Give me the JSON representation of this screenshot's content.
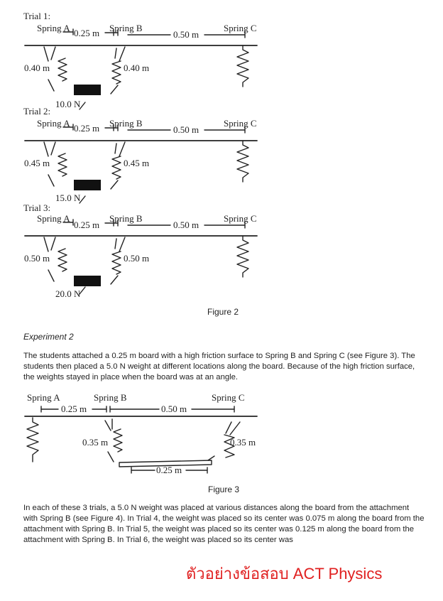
{
  "figure2": {
    "trials": [
      {
        "title": "Trial 1:",
        "spring_a": "Spring A",
        "spring_b": "Spring B",
        "spring_c": "Spring C",
        "ab_dist": "0.25 m",
        "bc_dist": "0.50 m",
        "left_len": "0.40 m",
        "right_len": "0.40 m",
        "weight": "10.0 N"
      },
      {
        "title": "Trial 2:",
        "spring_a": "Spring A",
        "spring_b": "Spring B",
        "spring_c": "Spring C",
        "ab_dist": "0.25 m",
        "bc_dist": "0.50 m",
        "left_len": "0.45 m",
        "right_len": "0.45 m",
        "weight": "15.0 N"
      },
      {
        "title": "Trial 3:",
        "spring_a": "Spring A",
        "spring_b": "Spring B",
        "spring_c": "Spring C",
        "ab_dist": "0.25 m",
        "bc_dist": "0.50 m",
        "left_len": "0.50 m",
        "right_len": "0.50 m",
        "weight": "20.0 N"
      }
    ],
    "caption": "Figure 2"
  },
  "experiment2": {
    "title": "Experiment 2",
    "paragraph1": "The students attached a 0.25 m board with a high friction surface to Spring B and Spring C (see Figure 3). The students then placed a 5.0 N weight at different locations along the board. Because of the high friction surface, the weights stayed in place when the board was at an angle."
  },
  "figure3": {
    "spring_a": "Spring A",
    "spring_b": "Spring B",
    "spring_c": "Spring C",
    "ab_dist": "0.25 m",
    "bc_dist": "0.50 m",
    "left_len": "0.35 m",
    "right_len": "0.35 m",
    "board_len": "0.25 m",
    "caption": "Figure 3"
  },
  "paragraph2": "In each of these 3 trials, a 5.0 N weight was placed at various distances along the board from the attachment with Spring B (see Figure 4). In Trial 4, the weight was placed so its center was 0.075 m along the board from the attachment with Spring B. In Trial 5, the weight was placed so its center was 0.125 m along the board from the attachment with Spring B. In Trial 6, the weight was placed so its center was",
  "watermark": "ตัวอย่างข้อสอบ ACT Physics"
}
